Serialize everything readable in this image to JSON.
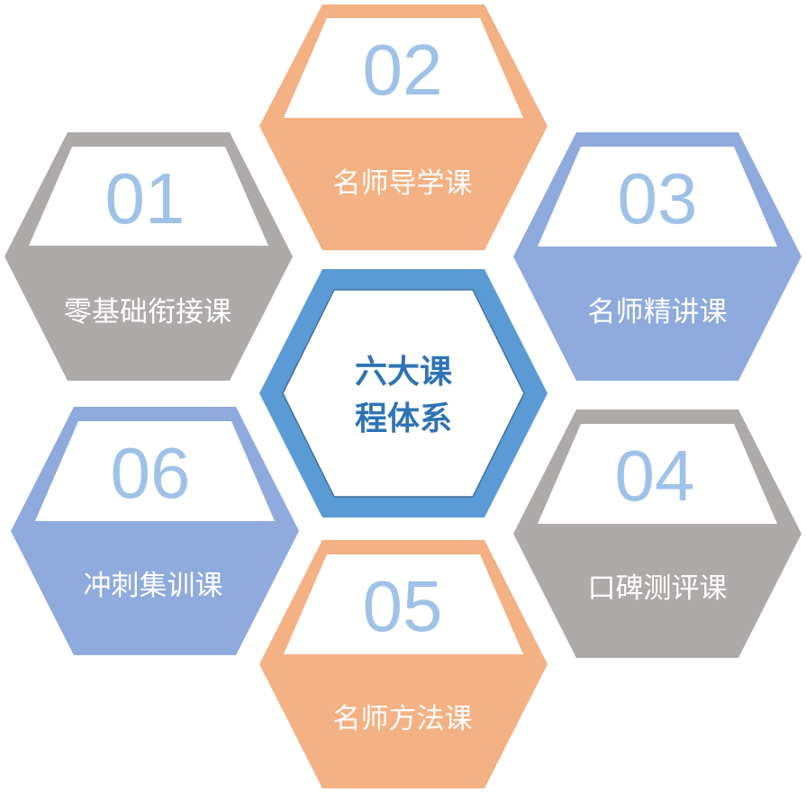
{
  "center": {
    "title_line1": "六大课",
    "title_line2": "程体系",
    "text_color": "#2e74b5",
    "border_color": "#5b9bd5"
  },
  "number_color": "#9fc2e8",
  "courses": [
    {
      "number": "01",
      "label": "零基础衔接课",
      "color": "#aeaaa9"
    },
    {
      "number": "02",
      "label": "名师导学课",
      "color": "#f4b183"
    },
    {
      "number": "03",
      "label": "名师精讲课",
      "color": "#8faadc"
    },
    {
      "number": "04",
      "label": "口碑测评课",
      "color": "#aeaaa9"
    },
    {
      "number": "05",
      "label": "名师方法课",
      "color": "#f4b183"
    },
    {
      "number": "06",
      "label": "冲刺集训课",
      "color": "#8faadc"
    }
  ]
}
